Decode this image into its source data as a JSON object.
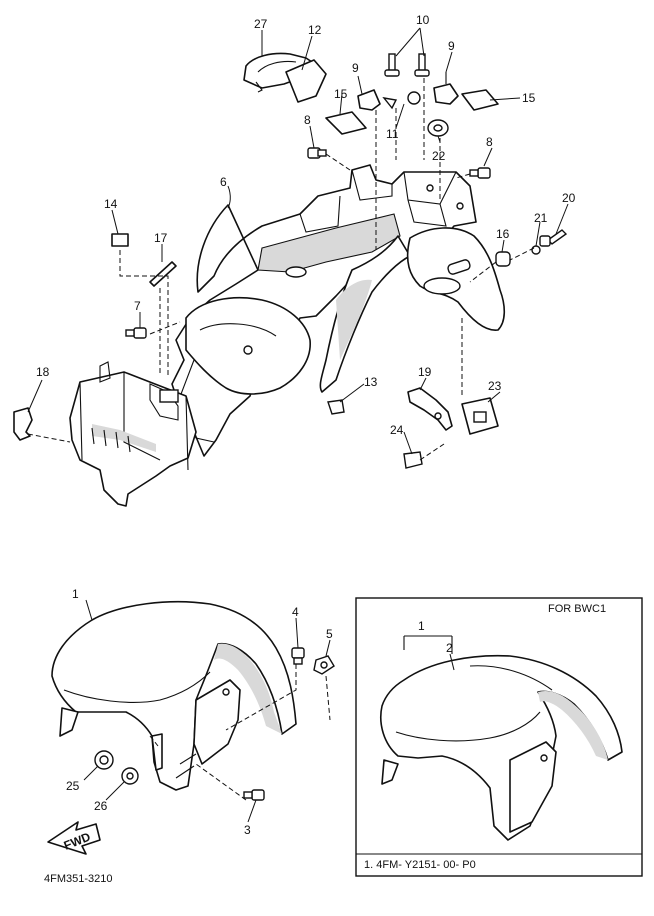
{
  "callouts": {
    "c1": "1",
    "c2": "2",
    "c3": "3",
    "c4": "4",
    "c5": "5",
    "c6": "6",
    "c7": "7",
    "c8": "8",
    "c9": "9",
    "c10": "10",
    "c11": "11",
    "c12": "12",
    "c13": "13",
    "c14": "14",
    "c15": "15",
    "c16": "16",
    "c17": "17",
    "c18": "18",
    "c19": "19",
    "c20": "20",
    "c21": "21",
    "c22": "22",
    "c23": "23",
    "c24": "24",
    "c25": "25",
    "c26": "26",
    "c27": "27"
  },
  "inset": {
    "title": "FOR BWC1",
    "part_note": "1. 4FM- Y2151- 00- P0"
  },
  "arrow_label": "FWD",
  "figure_code": "4FM351-3210"
}
